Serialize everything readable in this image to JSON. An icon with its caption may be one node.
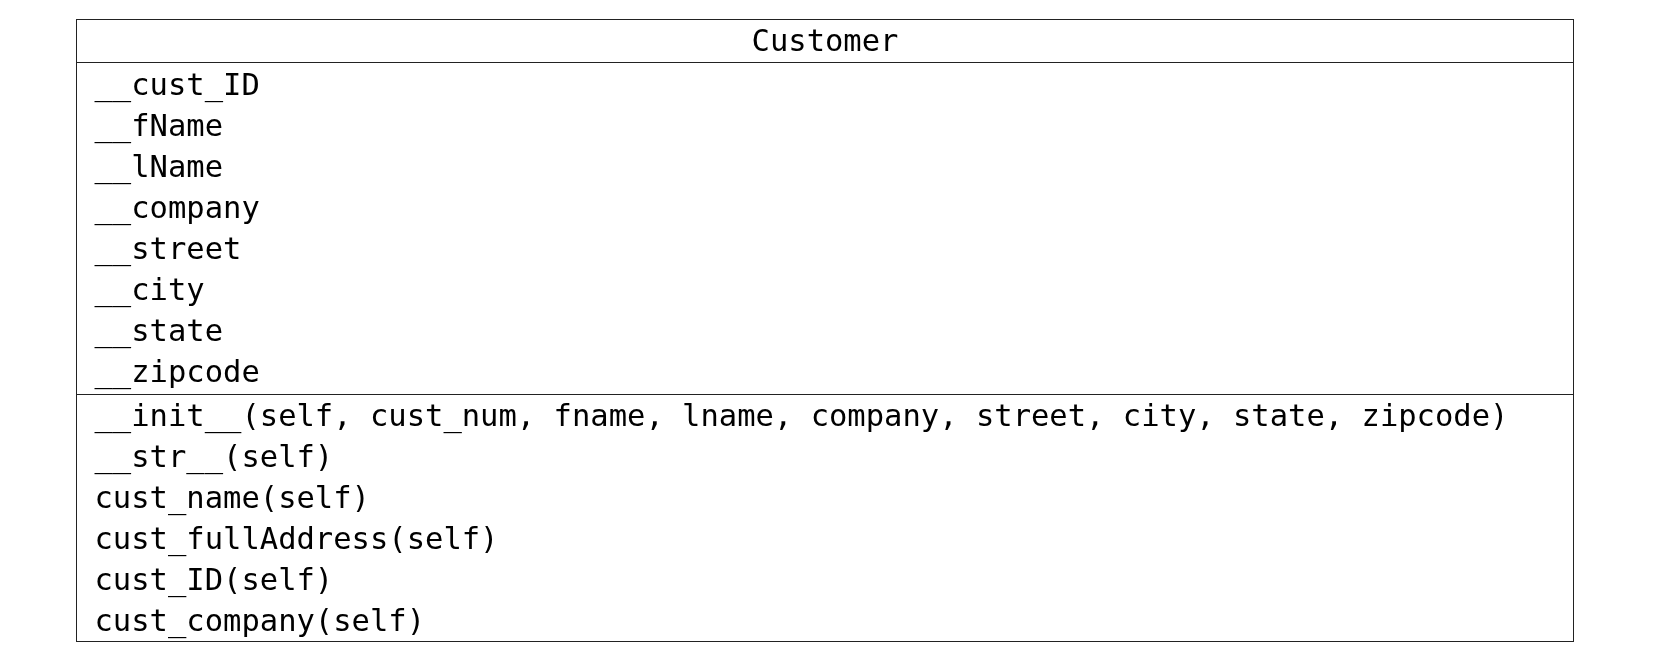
{
  "diagram": {
    "nodes": [
      {
        "text": [
          "Customer"
        ]
      },
      {
        "text": [
          "__cust_ID",
          "__fName",
          "__lName",
          "__company",
          "__street",
          "__city",
          "__state",
          "__zipcode"
        ],
        "in": 0
      },
      {
        "text": [
          "__init__(self, cust_num, fname, lname, company, street, city, state, zipcode)",
          "__str__(self)",
          "cust_name(self)",
          "cust_fullAddress(self)",
          "cust_ID(self)",
          "cust_company(self)"
        ],
        "in": 0
      }
    ]
  }
}
